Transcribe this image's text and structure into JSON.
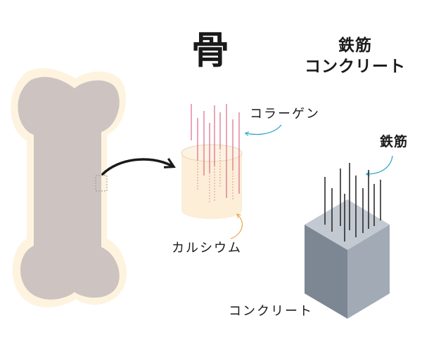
{
  "titles": {
    "bone": "骨",
    "rc_line1": "鉄筋",
    "rc_line2": "コンクリート"
  },
  "labels": {
    "collagen": "コラーゲン",
    "calcium": "カルシウム",
    "rebar": "鉄筋",
    "concrete": "コンクリート"
  },
  "colors": {
    "bone_fill": "#cdc3c1",
    "bone_glow": "#fdf3df",
    "cylinder_fill": "#fbebd0",
    "collagen_fiber": "#d96a8a",
    "calcium_arrow": "#e6a040",
    "rebar_arrow": "#2ea5c9",
    "cube_top": "#c3c9d1",
    "cube_left": "#7d8793",
    "cube_right": "#a1aab5",
    "rebar": "#2b2b2b"
  }
}
